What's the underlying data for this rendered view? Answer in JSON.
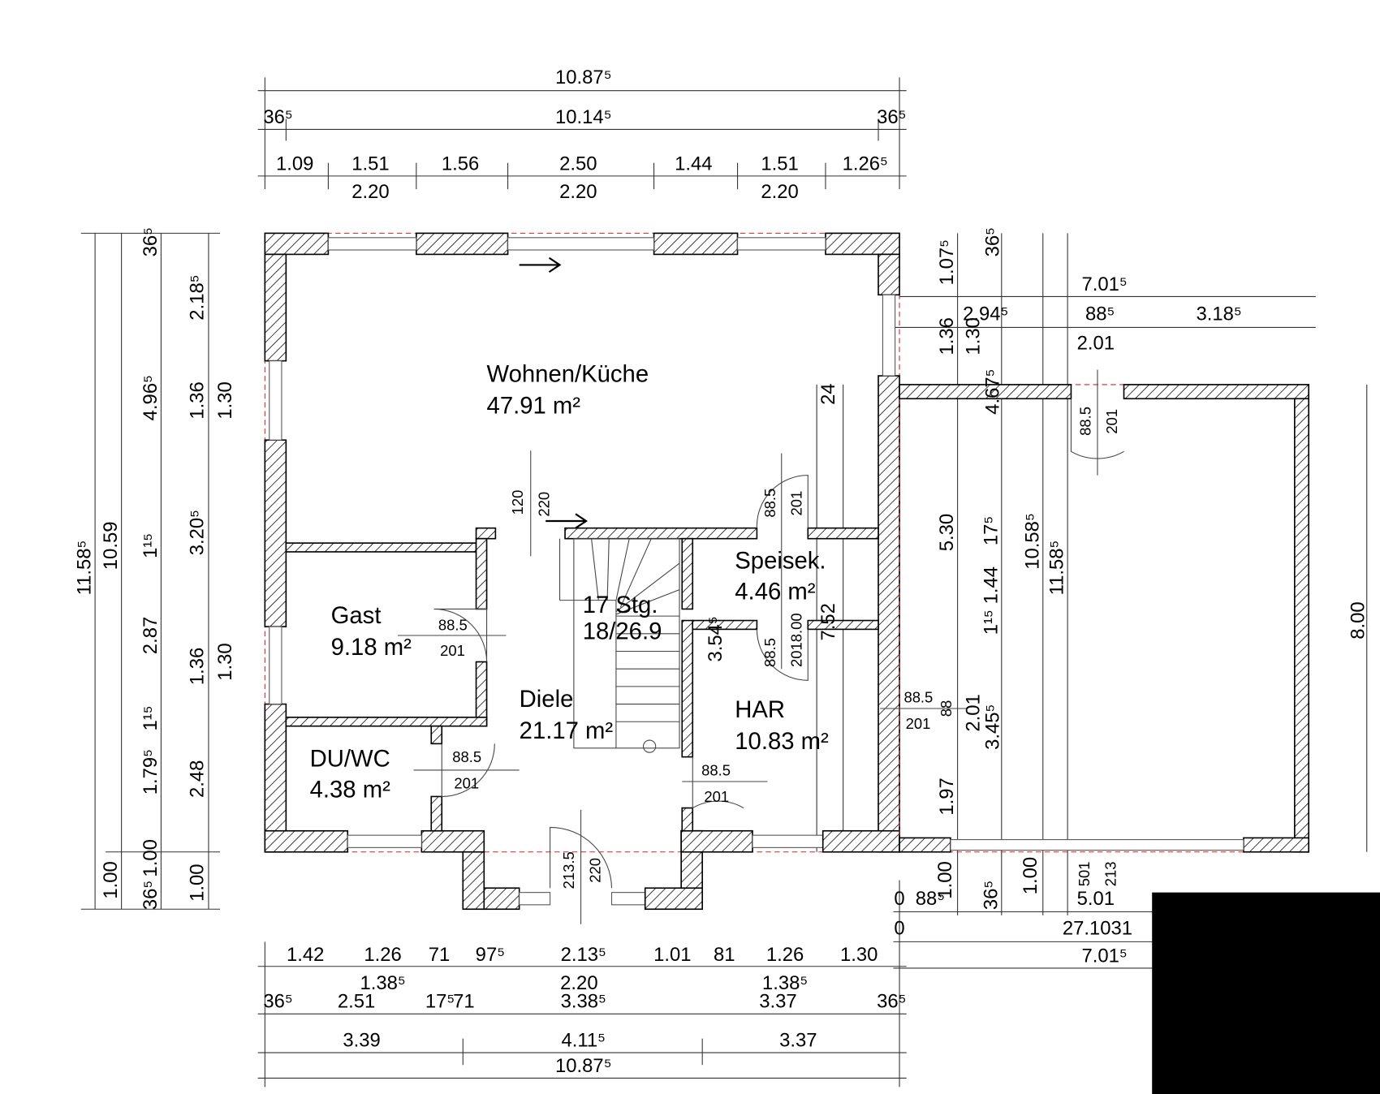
{
  "rooms": {
    "wohnen": {
      "name": "Wohnen/Küche",
      "area": "47.91 m²"
    },
    "gast": {
      "name": "Gast",
      "area": "9.18 m²"
    },
    "duwc": {
      "name": "DU/WC",
      "area": "4.38 m²"
    },
    "diele": {
      "name": "Diele",
      "area": "21.17 m²"
    },
    "stair": {
      "name": "17 Stg.",
      "ratio": "18/26.9"
    },
    "speisek": {
      "name": "Speisek.",
      "area": "4.46 m²"
    },
    "har": {
      "name": "HAR",
      "area": "10.83 m²"
    }
  },
  "dims_top": {
    "overall": "10.87⁵",
    "row2": [
      "36⁵",
      "10.14⁵",
      "36⁵"
    ],
    "row3": [
      "1.09",
      "1.51",
      "1.56",
      "2.50",
      "1.44",
      "1.51",
      "1.26⁵"
    ],
    "row4": [
      "2.20",
      "2.20",
      "2.20"
    ]
  },
  "dims_bottom": {
    "row1": [
      "1.42",
      "1.26",
      "71",
      "97⁵",
      "2.13⁵",
      "1.01",
      "81",
      "1.26",
      "1.30"
    ],
    "row2": [
      "1.38⁵",
      "2.20",
      "1.38⁵"
    ],
    "row3": [
      "36⁵",
      "2.51",
      "17⁵",
      "71",
      "3.38⁵",
      "3.37",
      "36⁵"
    ],
    "row4": [
      "3.39",
      "4.11⁵",
      "3.37"
    ],
    "overall": "10.87⁵"
  },
  "dims_left": {
    "col1": [
      "11.58⁵"
    ],
    "col2": [
      "10.59",
      "1.00"
    ],
    "col3": [
      "36⁵",
      "4.96⁵",
      "1¹⁵",
      "2.87",
      "1¹⁵",
      "1.79⁵",
      "1.00",
      "36⁵"
    ],
    "col4": [
      "2.18⁵",
      "1.36",
      "3.20⁵",
      "1.36",
      "2.48",
      "1.00"
    ],
    "col5": [
      "1.30",
      "1.30"
    ]
  },
  "dims_right": {
    "vertical": [
      "1.07⁵",
      "36⁵",
      "1.36",
      "1.30",
      "4.67⁵",
      "5.30",
      "17⁵",
      "1.44",
      "1¹⁵",
      "10.58⁵",
      "11.58⁵",
      "2.01",
      "3.45⁵",
      "1.97",
      "8.00",
      "1.00",
      "36⁵",
      "1.00",
      "501",
      "213",
      "88"
    ],
    "horizontal": [
      "7.01⁵",
      "2.94⁵",
      "88⁵",
      "3.18⁵",
      "2.01",
      "0",
      "88⁵",
      "5.01",
      "0",
      "27.1031",
      "7.01⁵"
    ]
  },
  "doors": {
    "gast": [
      "88.5",
      "201"
    ],
    "duwc": [
      "88.5",
      "201"
    ],
    "har": [
      "88.5",
      "201"
    ],
    "speisek": [
      "88.5",
      "201"
    ],
    "har_top": [
      "88.5",
      "2018.00",
      "7.52",
      "3.54⁵"
    ],
    "garage": [
      "88.5",
      "201"
    ],
    "side": [
      "88.5",
      "201"
    ],
    "stair_opening": [
      "120",
      "220"
    ],
    "entrance": [
      "213.5",
      "220"
    ],
    "wall": "24"
  }
}
